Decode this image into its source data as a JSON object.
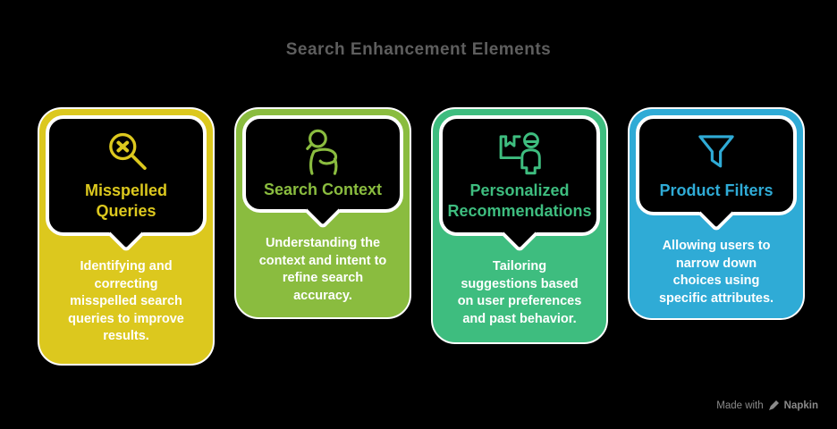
{
  "page": {
    "background_color": "#000000",
    "title": "Search Enhancement Elements",
    "title_color": "#5e5e5e"
  },
  "watermark": {
    "prefix": "Made with",
    "brand": "Napkin",
    "icon": "pen-icon",
    "color": "#8a8a8a"
  },
  "cards": [
    {
      "id": "misspelled-queries",
      "accent_color": "#dcc81e",
      "icon": "magnifier-x-icon",
      "title_lines": [
        "Misspelled",
        "Queries"
      ],
      "description_lines": [
        "Identifying and",
        "correcting",
        "misspelled search",
        "queries to improve",
        "results."
      ]
    },
    {
      "id": "search-context",
      "accent_color": "#8abc3f",
      "icon": "person-magnifier-icon",
      "title_lines": [
        "Search Context"
      ],
      "description_lines": [
        "Understanding the",
        "context and intent to",
        "refine search",
        "accuracy."
      ]
    },
    {
      "id": "personalized-recommendations",
      "accent_color": "#3ebd7f",
      "icon": "box-person-icon",
      "title_lines": [
        "Personalized",
        "Recommendations"
      ],
      "description_lines": [
        "Tailoring",
        "suggestions based",
        "on user preferences",
        "and past behavior."
      ]
    },
    {
      "id": "product-filters",
      "accent_color": "#2fabd6",
      "icon": "funnel-icon",
      "title_lines": [
        "Product Filters"
      ],
      "description_lines": [
        "Allowing users to",
        "narrow down",
        "choices using",
        "specific attributes."
      ]
    }
  ]
}
